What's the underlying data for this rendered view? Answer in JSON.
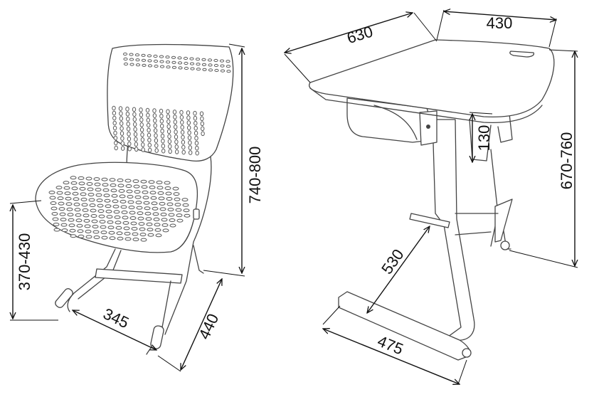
{
  "chair": {
    "dimensions": {
      "height": "740-800",
      "seat_height": "370-430",
      "width": "345",
      "depth": "440"
    }
  },
  "desk": {
    "dimensions": {
      "top_width": "630",
      "top_depth": "430",
      "height": "670-760",
      "drawer_height": "130",
      "leg_depth": "530",
      "base_width": "475"
    }
  },
  "colors": {
    "outline": "#444444",
    "dimension_line": "#111111",
    "background": "#ffffff"
  }
}
